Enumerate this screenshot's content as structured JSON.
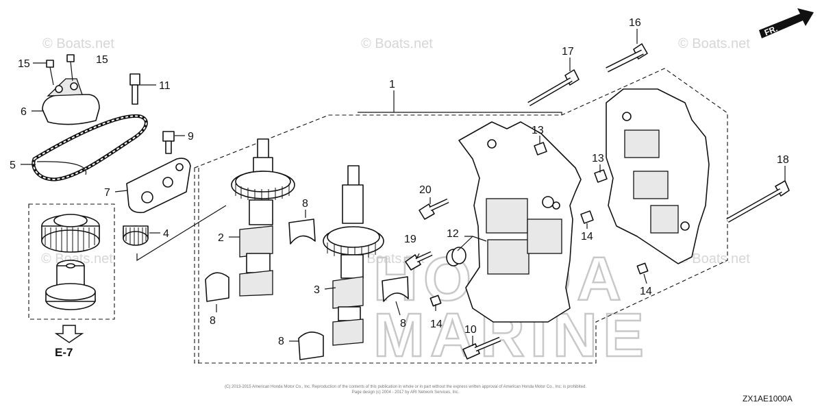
{
  "watermarks": [
    "© Boats.net",
    "© Boats.net",
    "© Boats.net",
    "© Boats.net",
    "© Boats.net",
    "© Boats.net"
  ],
  "brand_watermark": [
    "HONDA",
    "MARINE"
  ],
  "callouts": {
    "c1": "1",
    "c2": "2",
    "c3": "3",
    "c4": "4",
    "c5": "5",
    "c6": "6",
    "c7": "7",
    "c8a": "8",
    "c8b": "8",
    "c8c": "8",
    "c8d": "8",
    "c9": "9",
    "c10": "10",
    "c11": "11",
    "c12": "12",
    "c13a": "13",
    "c13b": "13",
    "c14a": "14",
    "c14b": "14",
    "c14c": "14",
    "c15a": "15",
    "c15b": "15",
    "c16": "16",
    "c17": "17",
    "c18": "18",
    "c19": "19",
    "c20": "20"
  },
  "reference": "E-7",
  "front_label": "FR.",
  "diagram_code": "ZX1AE1000A",
  "copyright_lines": [
    "(C) 2013-2015 American Honda Motor Co., Inc. Reproduction of the contents of this publication in whole or in part without the express written approval of American Honda Motor Co., Inc. is prohibited.",
    "Page design (c) 2004 - 2017 by ARI Network Services, Inc."
  ]
}
